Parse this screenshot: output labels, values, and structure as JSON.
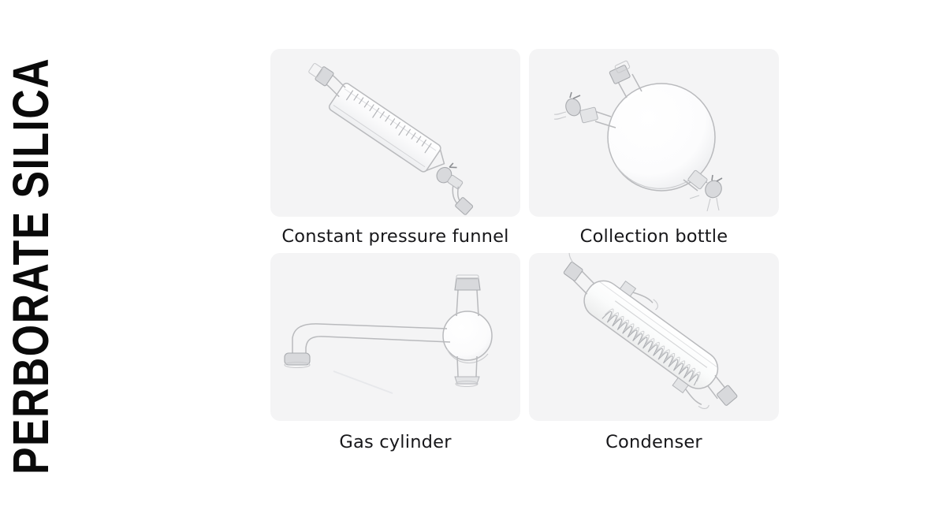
{
  "page": {
    "title": "PERBORATE SILICA",
    "background_color": "#ffffff",
    "title_color": "#0a0a0a",
    "card_background_color": "#f4f4f5",
    "caption_color": "#17171a"
  },
  "products": [
    {
      "caption": "Constant pressure funnel",
      "image_name": "constant-pressure-funnel-photo",
      "alt": "Graduated cylindrical glass constant pressure dropping funnel with ground glass joints and a stopcock valve, tilted diagonally"
    },
    {
      "caption": "Collection bottle",
      "image_name": "collection-bottle-photo",
      "alt": "Spherical glass collection bottle with a top ground glass neck and two angled side stopcock valves"
    },
    {
      "caption": "Gas cylinder",
      "image_name": "gas-cylinder-photo",
      "alt": "Glass gas collecting bulb with a long horizontal side arm, a top ground glass joint and a bottom joint"
    },
    {
      "caption": "Condenser",
      "image_name": "condenser-photo",
      "alt": "Coil condenser: glass jacket with an internal spiral tube and two side hose connectors, tilted diagonally"
    }
  ]
}
